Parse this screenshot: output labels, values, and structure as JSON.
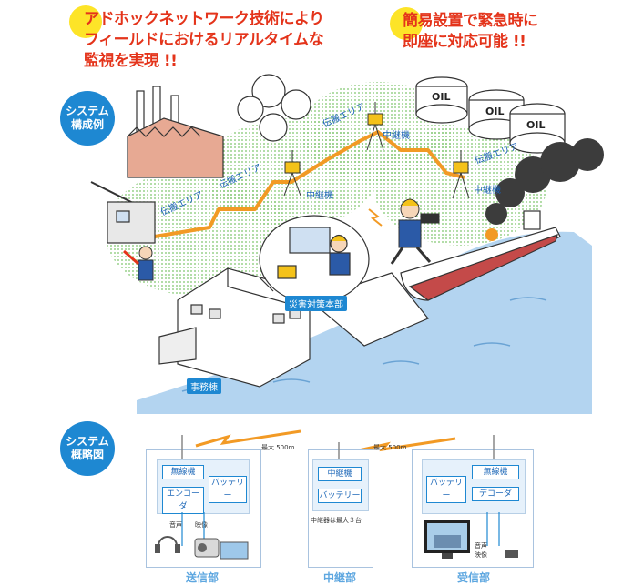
{
  "headline_left": [
    "アドホックネットワーク技術により",
    "フィールドにおけるリアルタイムな",
    "監視を実現 !!"
  ],
  "headline_right": [
    "簡易設置で緊急時に",
    "即座に対応可能 !!"
  ],
  "section_example": [
    "システム",
    "構成例"
  ],
  "section_overview": [
    "システム",
    "概略図"
  ],
  "map_labels": {
    "area1": "伝搬エリア",
    "area2": "伝搬エリア",
    "area3": "伝搬エリア",
    "area4": "伝搬エリア",
    "relay1": "中継機",
    "relay2": "中継機",
    "relay3": "中継機",
    "hq": "災害対策本部",
    "office": "事務棟"
  },
  "oil_label": "OIL",
  "diagram": {
    "max_range_1": "最大 500m",
    "max_range_2": "最大 500m",
    "sender": {
      "radio": "無線機",
      "encoder": "エンコーダ",
      "battery": "バッテリー",
      "audio": "音声",
      "video": "映像",
      "title": "送信部"
    },
    "relay": {
      "radio": "中継機",
      "battery": "バッテリー",
      "note": "中継器は最大３台",
      "title": "中継部"
    },
    "receiver": {
      "battery": "バッテリー",
      "radio": "無線機",
      "decoder": "デコーダ",
      "audio": "音声",
      "video": "映像",
      "title": "受信部"
    }
  },
  "colors": {
    "accent": "#1e88d2",
    "headline": "#e4341b",
    "highlight": "#fde428",
    "route": "#f29a25",
    "sea": "#b3d4f0"
  }
}
